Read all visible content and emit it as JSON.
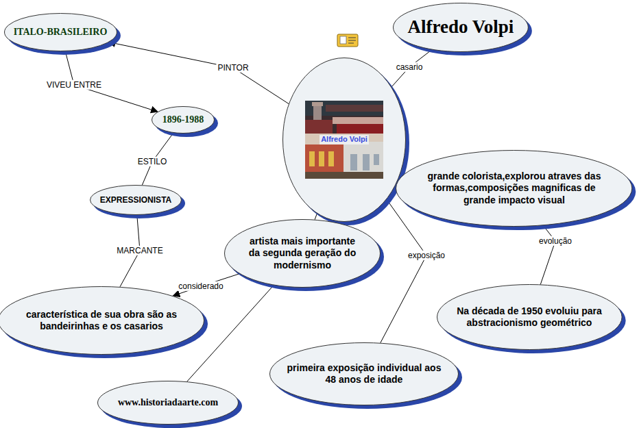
{
  "diagram": {
    "nodes": [
      {
        "text": [
          "ITALO-BRASILEIRO"
        ]
      },
      {
        "text": [
          "Alfredo Volpi"
        ]
      },
      {
        "text": [
          "Alfredo Volpi"
        ]
      },
      {
        "text": [
          "1896-1988"
        ]
      },
      {
        "text": [
          "grande colorista,explorou atraves das formas,composições magnificas de grande impacto visual"
        ]
      },
      {
        "text": [
          "EXPRESSIONISTA"
        ]
      },
      {
        "text": [
          "artista mais importante da segunda geração do modernismo"
        ]
      },
      {
        "text": [
          "característica de sua obra são as bandeirinhas e os casarios"
        ]
      },
      {
        "text": [
          "Na década de 1950 evoluiu para abstracionismo geométrico"
        ]
      },
      {
        "text": [
          "primeira exposição individual aos 48 anos de idade"
        ]
      },
      {
        "text": [
          "www.historiadaarte.com"
        ]
      }
    ],
    "edges": [
      {
        "from": 2,
        "to": 0,
        "label": "PINTOR",
        "arrow": "to"
      },
      {
        "from": 0,
        "to": 3,
        "label": "VIVEU ENTRE",
        "arrow": "to"
      },
      {
        "from": 3,
        "to": 5,
        "label": "ESTILO",
        "arrow": "none"
      },
      {
        "from": 5,
        "to": 7,
        "label": "MARCANTE",
        "arrow": "none"
      },
      {
        "from": 2,
        "to": 1,
        "label": "casario",
        "arrow": "none"
      },
      {
        "from": 2,
        "to": 6,
        "arrow": "none"
      },
      {
        "from": 6,
        "to": 7,
        "label": "considerado",
        "arrow": "to"
      },
      {
        "from": 6,
        "to": 10,
        "arrow": "none"
      },
      {
        "from": 2,
        "to": 9,
        "label": "exposição",
        "arrow": "none"
      },
      {
        "from": 4,
        "to": 8,
        "label": "evolução",
        "arrow": "none"
      }
    ]
  }
}
